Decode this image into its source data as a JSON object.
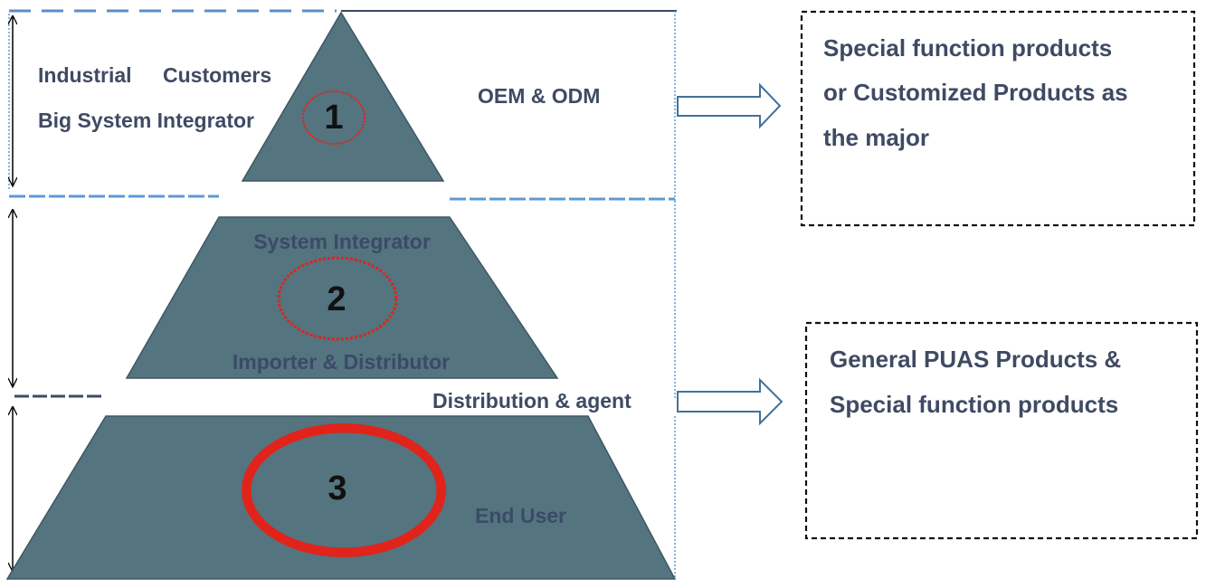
{
  "tiers": [
    {
      "number": "1",
      "left_labels": [
        "Industrial",
        "Customers",
        "Big System Integrator"
      ],
      "right_label": "OEM & ODM"
    },
    {
      "number": "2",
      "top_label": "System Integrator",
      "bottom_label": "Importer & Distributor",
      "right_label": "Distribution & agent"
    },
    {
      "number": "3",
      "right_label": "End User"
    }
  ],
  "boxes": [
    {
      "lines": [
        "Special function products",
        "or Customized Products as",
        "the major"
      ]
    },
    {
      "lines": [
        "General PUAS Products &",
        "Special function products"
      ]
    }
  ],
  "colors": {
    "pyramid_fill": "#54747f",
    "pyramid_stroke": "#3e5762",
    "circle_stroke": "#e0241b",
    "label_text": "#3f4a63",
    "number_text": "#111111",
    "dashed_blue": "#5b9bd5",
    "arrow_stroke": "#41719c"
  },
  "icons": {
    "arrow": "right-outline-arrow",
    "span": "double-headed-vertical-arrow"
  }
}
